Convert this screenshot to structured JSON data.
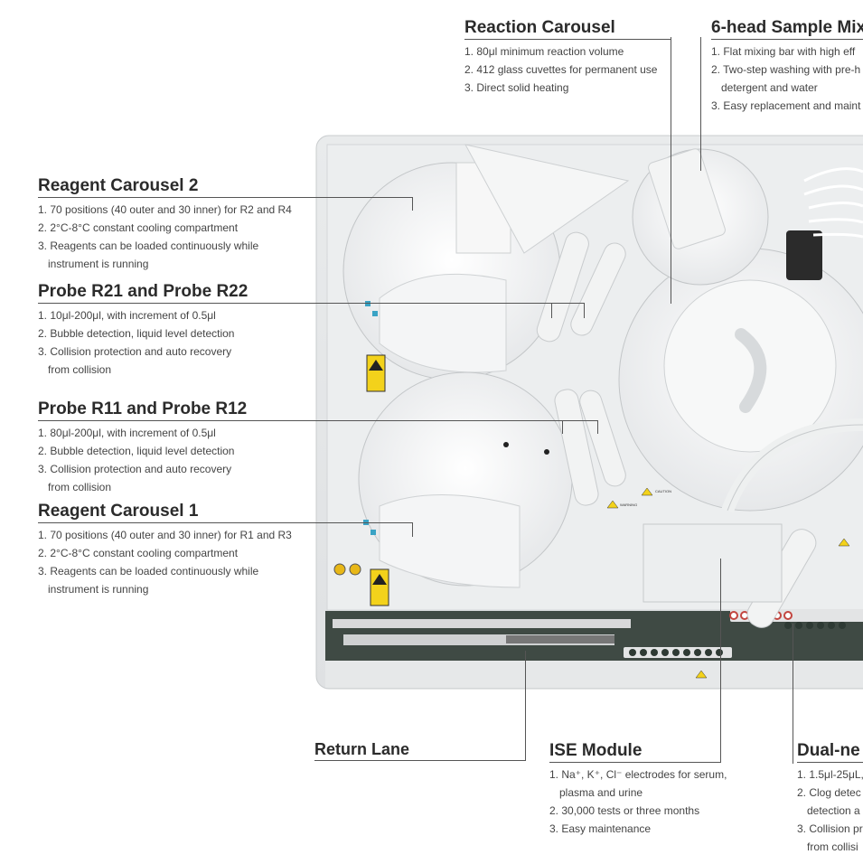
{
  "callouts": {
    "reaction_carousel": {
      "title": "Reaction Carousel",
      "items": [
        "1. 80μl minimum reaction volume",
        "2. 412 glass cuvettes for permanent use",
        "3. Direct solid heating"
      ]
    },
    "sample_mixer": {
      "title": "6-head Sample Mix",
      "items": [
        "1. Flat mixing bar with high eff",
        "2. Two-step washing with pre-h",
        "detergent and water",
        "3. Easy replacement and maint"
      ]
    },
    "reagent_carousel_2": {
      "title": "Reagent Carousel 2",
      "items": [
        "1. 70 positions (40 outer and 30 inner) for R2 and R4",
        "2. 2°C-8°C constant cooling compartment",
        "3. Reagents can be loaded continuously while",
        "instrument is running"
      ]
    },
    "probe_r21_r22": {
      "title": "Probe R21 and Probe R22",
      "items": [
        "1. 10μl-200μl, with increment of 0.5μl",
        "2. Bubble detection, liquid level detection",
        "3. Collision protection and auto recovery",
        "from collision"
      ]
    },
    "probe_r11_r12": {
      "title": "Probe R11 and Probe R12",
      "items": [
        "1. 80μl-200μl, with increment of 0.5μl",
        "2. Bubble detection, liquid level detection",
        "3. Collision protection and auto recovery",
        "from collision"
      ]
    },
    "reagent_carousel_1": {
      "title": "Reagent Carousel 1",
      "items": [
        "1. 70 positions (40 outer and 30 inner) for R1 and R3",
        "2. 2°C-8°C constant cooling compartment",
        "3. Reagents can be loaded continuously while",
        "instrument is running"
      ]
    },
    "return_lane": {
      "title": "Return Lane"
    },
    "ise_module": {
      "title": "ISE Module",
      "items": [
        "1. Na⁺, K⁺, Cl⁻ electrodes for serum,",
        "plasma and urine",
        "2. 30,000 tests or three months",
        "3. Easy maintenance"
      ]
    },
    "dual_needle": {
      "title": "Dual-ne",
      "items": [
        "1. 1.5μl-25μL,",
        "2. Clog detec",
        "detection a",
        "3. Collision pr",
        "from collisi"
      ]
    }
  },
  "labels": {
    "caution": "CAUTION",
    "warning": "WARNING"
  }
}
